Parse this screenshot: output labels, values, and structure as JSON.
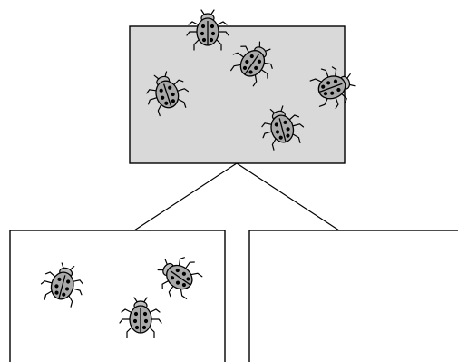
{
  "diagram": {
    "type": "tree",
    "colors": {
      "top_box_fill": "#d9d9d9",
      "bug_fill": "#a9a9a9",
      "stroke": "#000000"
    },
    "root": {
      "ladybug_count": 5
    },
    "children": [
      {
        "ladybug_count": 3
      },
      {
        "ladybug_count": 0
      }
    ],
    "icon": "ladybug-icon"
  }
}
